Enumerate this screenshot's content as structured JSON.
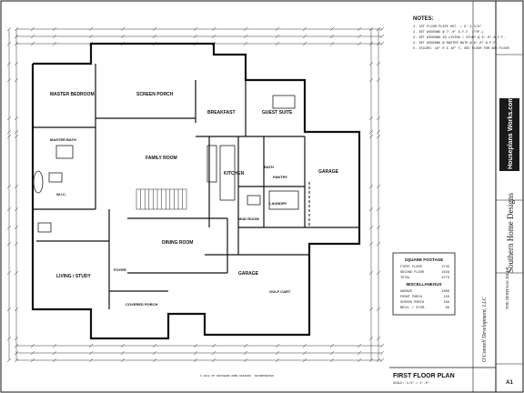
{
  "sheet": {
    "title": "FIRST FLOOR PLAN",
    "scale": "SCALE: 1/4\" = 1'-0\"",
    "sheet_number": "A1",
    "colors": {
      "ink": "#111111",
      "paper": "#ffffff",
      "badge": "#1a1a1a"
    }
  },
  "notes": {
    "title": "NOTES:",
    "lines": [
      "1ST FLOOR PLATE HGT. = 9'-1 1/8\"",
      "SET WINDOWS @ 7'-0\" A.F.F. (TYP.)",
      "SET WINDOWS IN LIVING / STUDY @ 8'-0\" A.F.F.",
      "SET WINDOWS @ MASTER BATH @ 6'-8\" A.F.F.",
      "STAIRS: 16\" R X 10\" T, SEE FLOOR FOR 2ND FLOOR"
    ]
  },
  "rooms": {
    "master_bedroom": "MASTER BEDROOM",
    "screen_porch": "SCREEN PORCH",
    "breakfast": "BREAKFAST",
    "guest_suite": "GUEST SUITE",
    "family_room": "FAMILY ROOM",
    "kitchen": "KITCHEN",
    "garage": "GARAGE",
    "master_bath": "MASTER BATH",
    "wic": "W.I.C.",
    "laundry": "LAUNDRY",
    "mud_room": "MUD ROOM",
    "pantry": "PANTRY",
    "bath": "BATH",
    "foyer": "FOYER",
    "dining_room": "DINING ROOM",
    "living_study": "LIVING / STUDY",
    "covered_porch": "COVERED PORCH",
    "garage_lower": "GARAGE",
    "golf_cart": "GOLF CART"
  },
  "square_footage": {
    "title": "SQUARE FOOTAGE",
    "rows": [
      {
        "label": "FIRST FLOOR",
        "value": "2745"
      },
      {
        "label": "SECOND FLOOR",
        "value": "1028"
      },
      {
        "label": "TOTAL",
        "value": "3773"
      }
    ],
    "misc_title": "MISCELLANEOUS",
    "misc_rows": [
      {
        "label": "GARAGE",
        "value": "1006"
      },
      {
        "label": "FRONT PORCH",
        "value": "156"
      },
      {
        "label": "SCREEN PORCH",
        "value": "336"
      },
      {
        "label": "MECH. / STOR.",
        "value": "88"
      }
    ]
  },
  "title_block": {
    "brand": "Southern Home Designs",
    "badge_left": "Houseplans",
    "badge_right": "Works.com",
    "developer": "O'Connell Development, LLC",
    "plan_name": "THE HERITAGE 2012-B",
    "copyright": "© 2012 BY SOUTHERN HOME DESIGNS. INCORPORATED"
  }
}
